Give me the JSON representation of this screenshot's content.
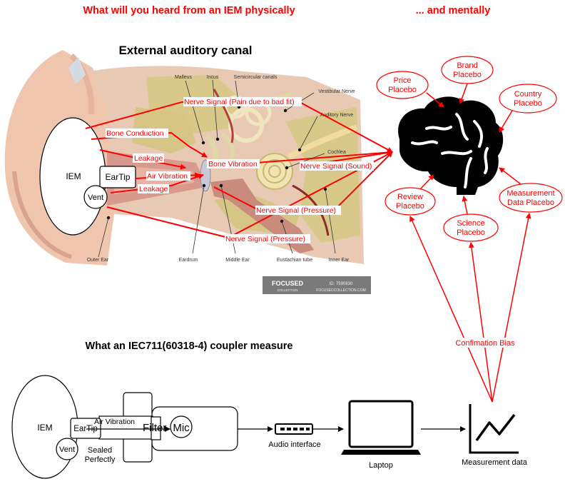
{
  "headings": {
    "physical": "What will you heard from an IEM physically",
    "mental": "... and mentally",
    "canal": "External auditory canal",
    "coupler": "What an IEC711(60318-4) coupler measure"
  },
  "anatomy": {
    "malleus": "Malleus",
    "incus": "Incus",
    "semicircular": "Semicircular canals",
    "vestibular": "Vestibular Nerve",
    "auditory": "Auditory Nerve",
    "cochlea": "Cochlea",
    "eardrum": "Eardrum",
    "middle_ear": "Middle Ear",
    "eustachian": "Eustachian tube",
    "inner_ear": "Inner Ear",
    "outer_ear": "Outer Ear"
  },
  "watermark": {
    "brand": "FOCUSED",
    "brand_sub": "COLLECTION",
    "id": "ID: 7590830",
    "site": "FOCUSEDCOLLECTION.COM"
  },
  "top": {
    "iem": "IEM",
    "eartip": "EarTip",
    "vent": "Vent",
    "paths": {
      "nerve_pain": "Nerve Signal (Pain due to bad fit)",
      "bone_conduction": "Bone Conduction",
      "leakage1": "Leakage",
      "bone_vibration": "Bone Vibration",
      "air_vibration": "Air Vibration",
      "leakage2": "Leakage",
      "nerve_sound": "Nerve Signal (Sound)",
      "nerve_pressure1": "Nerve Signal (Pressure)",
      "nerve_pressure2": "Nerve Signal (Pressure)"
    }
  },
  "placebos": {
    "price": [
      "Price",
      "Placebo"
    ],
    "brand": [
      "Brand",
      "Placebo"
    ],
    "country": [
      "Country",
      "Placebo"
    ],
    "review": [
      "Review",
      "Placebo"
    ],
    "science": [
      "Science",
      "Placebo"
    ],
    "measurement": [
      "Measurement",
      "Data Placebo"
    ],
    "confirmation": "Confimation Bias"
  },
  "bottom": {
    "iem": "IEM",
    "eartip": "EarTip",
    "vent": "Vent",
    "air_vibration": "Air Vibration",
    "filter": "Filter",
    "mic": "Mic",
    "sealed": [
      "Sealed",
      "Perfectly"
    ],
    "audio_interface": "Audio interface",
    "laptop": "Laptop",
    "measurement_data": "Measurement data"
  },
  "colors": {
    "accent": "#ff0000",
    "ink": "#000000",
    "skin": "#f0c9b0",
    "bone": "#d9cc8a"
  }
}
